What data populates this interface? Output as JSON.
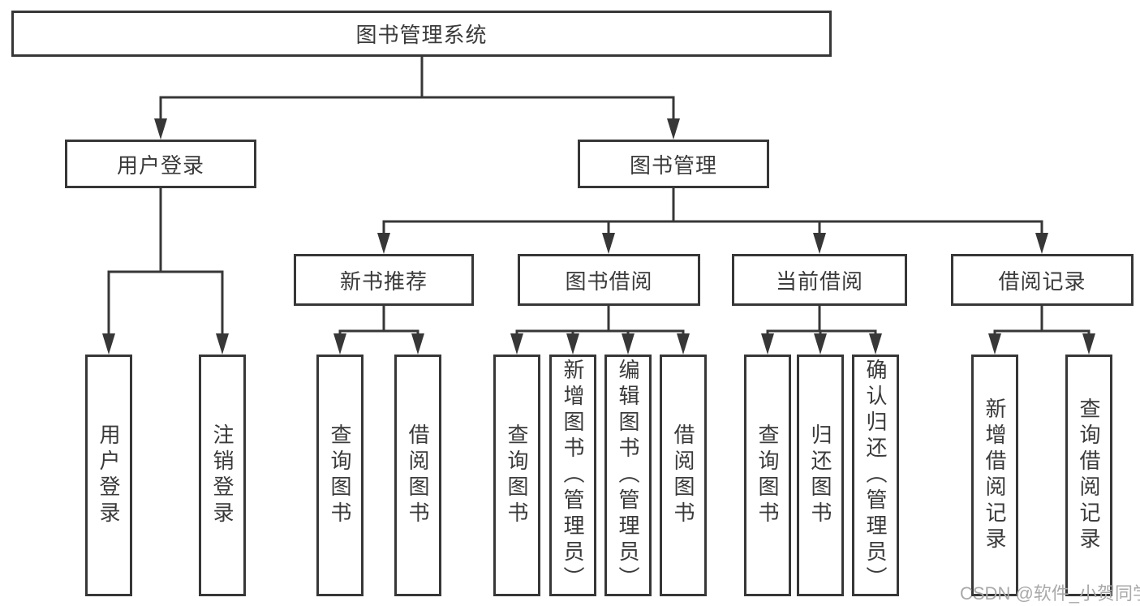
{
  "root": {
    "label": "图书管理系统"
  },
  "level2": [
    {
      "label": "用户登录"
    },
    {
      "label": "图书管理"
    }
  ],
  "level3": [
    {
      "label": "新书推荐"
    },
    {
      "label": "图书借阅"
    },
    {
      "label": "当前借阅"
    },
    {
      "label": "借阅记录"
    }
  ],
  "leaves": {
    "user_login": [
      "用户登录",
      "注销登录"
    ],
    "new_books": [
      "查询图书",
      "借阅图书"
    ],
    "book_borrow": [
      "查询图书",
      "新增图书（管理员）",
      "编辑图书（管理员）",
      "借阅图书"
    ],
    "current_borrow": [
      "查询图书",
      "归还图书",
      "确认归还（管理员）"
    ],
    "borrow_records": [
      "新增借阅记录",
      "查询借阅记录"
    ]
  },
  "watermark": "CSDN @软件_小贺同学",
  "colors": {
    "line": "#373737",
    "text": "#3a3a3a",
    "watermark": "#a9a9a9",
    "background": "#ffffff"
  }
}
